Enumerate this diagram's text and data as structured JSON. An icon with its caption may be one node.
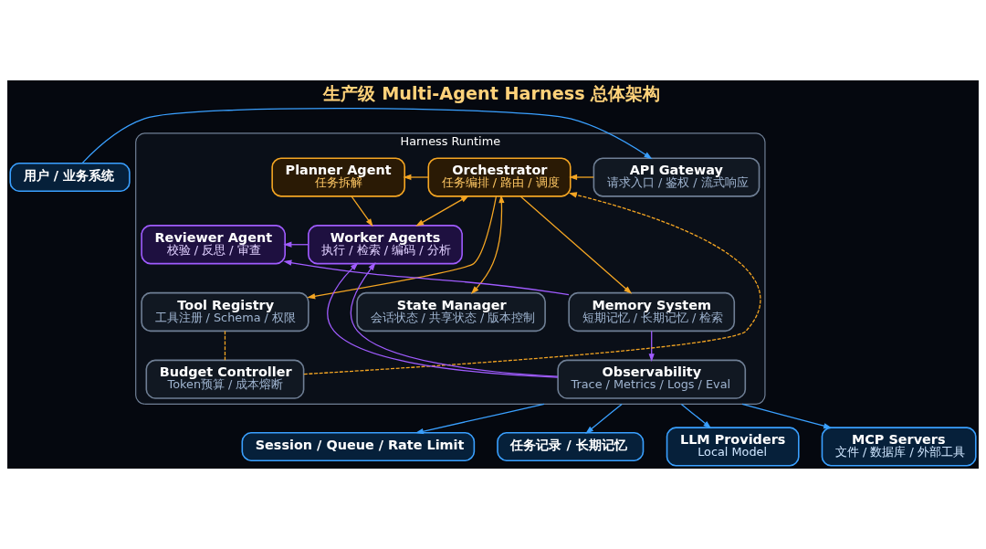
{
  "diagram": {
    "title": "生产级 Multi-Agent Harness 总体架构",
    "nodes": [
      {
        "text": [
          "用户 / 业务系统"
        ]
      },
      {
        "text": [
          "Harness Runtime"
        ]
      },
      {
        "text": [
          "API Gateway",
          "请求入口 / 鉴权 / 流式响应"
        ],
        "in": 1
      },
      {
        "text": [
          "Orchestrator",
          "任务编排 / 路由 / 调度"
        ],
        "in": 1
      },
      {
        "text": [
          "Planner Agent",
          "任务拆解"
        ],
        "in": 1
      },
      {
        "text": [
          "Worker Agents",
          "执行 / 检索 / 编码 / 分析"
        ],
        "in": 1
      },
      {
        "text": [
          "Reviewer Agent",
          "校验 / 反思 / 审查"
        ],
        "in": 1
      },
      {
        "text": [
          "Tool Registry",
          "工具注册 / Schema / 权限"
        ],
        "in": 1
      },
      {
        "text": [
          "State Manager",
          "会话状态 / 共享状态 / 版本控制"
        ],
        "in": 1
      },
      {
        "text": [
          "Memory System",
          "短期记忆 / 长期记忆 / 检索"
        ],
        "in": 1
      },
      {
        "text": [
          "Budget Controller",
          "Token预算 / 成本熔断"
        ],
        "in": 1
      },
      {
        "text": [
          "Observability",
          "Trace / Metrics / Logs / Eval"
        ],
        "in": 1
      },
      {
        "text": [
          "Session / Queue / Rate Limit"
        ]
      },
      {
        "text": [
          "任务记录 / 长期记忆"
        ]
      },
      {
        "text": [
          "LLM Providers",
          "Local Model"
        ]
      },
      {
        "text": [
          "MCP Servers",
          "文件 / 数据库 / 外部工具"
        ]
      }
    ],
    "edges": [
      {
        "from": 0,
        "to": 2,
        "arrow": "to",
        "color": "#3aa0ff"
      },
      {
        "from": 2,
        "to": 3,
        "arrow": "to"
      },
      {
        "from": 3,
        "to": 4,
        "arrow": "to"
      },
      {
        "from": 4,
        "to": 5,
        "arrow": "to"
      },
      {
        "from": 3,
        "to": 5,
        "arrow": "both"
      },
      {
        "from": 5,
        "to": 6,
        "arrow": "to",
        "color": "#a05cff"
      },
      {
        "from": 3,
        "to": 7,
        "arrow": "to"
      },
      {
        "from": 3,
        "to": 8,
        "arrow": "both"
      },
      {
        "from": 3,
        "to": 9,
        "arrow": "to"
      },
      {
        "from": 10,
        "to": 3,
        "arrow": "to",
        "style": "dashed"
      },
      {
        "from": 7,
        "to": 10,
        "arrow": "none",
        "style": "dashed"
      },
      {
        "from": 9,
        "to": 11,
        "arrow": "to",
        "color": "#a05cff"
      },
      {
        "from": 9,
        "to": 6,
        "arrow": "to",
        "color": "#a05cff"
      },
      {
        "from": 11,
        "to": 5,
        "arrow": "to",
        "color": "#a05cff"
      },
      {
        "from": 11,
        "to": 5,
        "arrow": "to",
        "color": "#a05cff"
      },
      {
        "from": 1,
        "to": 12,
        "arrow": "to",
        "color": "#3aa0ff"
      },
      {
        "from": 1,
        "to": 13,
        "arrow": "to",
        "color": "#3aa0ff"
      },
      {
        "from": 1,
        "to": 14,
        "arrow": "to",
        "color": "#3aa0ff"
      },
      {
        "from": 1,
        "to": 15,
        "arrow": "to",
        "color": "#3aa0ff"
      }
    ]
  }
}
